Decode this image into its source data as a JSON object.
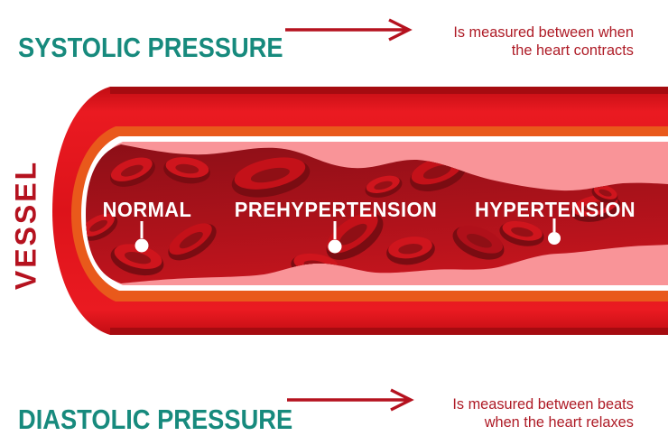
{
  "systolic": {
    "title": "SYSTOLIC PRESSURE",
    "description_line1": "Is measured between when",
    "description_line2": "the heart contracts"
  },
  "diastolic": {
    "title": "DIASTOLIC PRESSURE",
    "description_line1": "Is measured between beats",
    "description_line2": "when the heart relaxes"
  },
  "vessel": {
    "side_label": "VESSEL",
    "stages": [
      {
        "label": "NORMAL"
      },
      {
        "label": "PREHYPERTENSION"
      },
      {
        "label": "HYPERTENSION"
      }
    ]
  },
  "colors": {
    "title_teal": "#178a7d",
    "annotation_red": "#ae1b26",
    "vessel_outer_red": "#e51920",
    "vessel_dark_edge": "#a50b10",
    "vessel_orange": "#e9591b",
    "vessel_inner_pink": "#f99498",
    "blood_dark": "#8c0f17",
    "blood_light": "#c2141d",
    "blood_cell_bright": "#cf151d",
    "blood_cell_dark": "#7a0c12",
    "label_white": "#ffffff"
  }
}
